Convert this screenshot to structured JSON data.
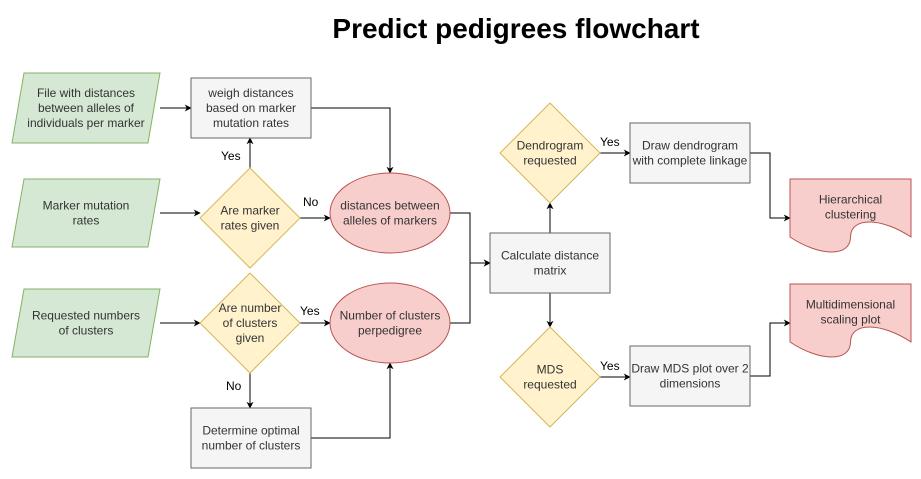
{
  "title": "Predict pedigrees flowchart",
  "colors": {
    "input_fill": "#d5e8d4",
    "input_stroke": "#82b366",
    "decision_fill": "#fff2cc",
    "decision_stroke": "#d6b656",
    "process_fill": "#f5f5f5",
    "process_stroke": "#666666",
    "terminal_fill": "#f8cecc",
    "terminal_stroke": "#b85450"
  },
  "nodes": {
    "file_distances": {
      "kind": "input",
      "lines": [
        "File with distances",
        "between alleles of",
        "individuals per marker"
      ]
    },
    "marker_rates": {
      "kind": "input",
      "lines": [
        "Marker mutation",
        "rates"
      ]
    },
    "requested_clusters": {
      "kind": "input",
      "lines": [
        "Requested numbers",
        "of clusters"
      ]
    },
    "weigh_distances": {
      "kind": "process",
      "lines": [
        "weigh distances",
        "based on marker",
        "mutation rates"
      ]
    },
    "rates_given": {
      "kind": "decision",
      "lines": [
        "Are marker",
        "rates given"
      ]
    },
    "clusters_given": {
      "kind": "decision",
      "lines": [
        "Are number",
        "of clusters",
        "given"
      ]
    },
    "determine_optimal": {
      "kind": "process",
      "lines": [
        "Determine optimal",
        "number of clusters"
      ]
    },
    "distances_alleles": {
      "kind": "terminal-ellipse",
      "lines": [
        "distances between",
        "alleles of markers"
      ]
    },
    "clusters_per_pedigree": {
      "kind": "terminal-ellipse",
      "lines": [
        "Number of clusters",
        "perpedigree"
      ]
    },
    "calc_matrix": {
      "kind": "process",
      "lines": [
        "Calculate distance",
        "matrix"
      ]
    },
    "dendrogram_requested": {
      "kind": "decision",
      "lines": [
        "Dendrogram",
        "requested"
      ]
    },
    "mds_requested": {
      "kind": "decision",
      "lines": [
        "MDS",
        "requested"
      ]
    },
    "draw_dendrogram": {
      "kind": "process",
      "lines": [
        "Draw dendrogram",
        "with complete linkage"
      ]
    },
    "draw_mds": {
      "kind": "process",
      "lines": [
        "Draw MDS plot over 2",
        "dimensions"
      ]
    },
    "hierarchical": {
      "kind": "document",
      "lines": [
        "Hierarchical",
        "clustering"
      ]
    },
    "multidimensional": {
      "kind": "document",
      "lines": [
        "Multidimensional",
        "scaling plot"
      ]
    }
  },
  "edges": [
    {
      "from": "file_distances",
      "to": "weigh_distances",
      "label": ""
    },
    {
      "from": "weigh_distances",
      "to": "distances_alleles",
      "label": ""
    },
    {
      "from": "marker_rates",
      "to": "rates_given",
      "label": ""
    },
    {
      "from": "rates_given",
      "to": "weigh_distances",
      "label": "Yes"
    },
    {
      "from": "rates_given",
      "to": "distances_alleles",
      "label": "No"
    },
    {
      "from": "requested_clusters",
      "to": "clusters_given",
      "label": ""
    },
    {
      "from": "clusters_given",
      "to": "clusters_per_pedigree",
      "label": "Yes"
    },
    {
      "from": "clusters_given",
      "to": "determine_optimal",
      "label": "No"
    },
    {
      "from": "determine_optimal",
      "to": "clusters_per_pedigree",
      "label": ""
    },
    {
      "from": "distances_alleles",
      "to": "calc_matrix",
      "label": ""
    },
    {
      "from": "clusters_per_pedigree",
      "to": "calc_matrix",
      "label": ""
    },
    {
      "from": "calc_matrix",
      "to": "dendrogram_requested",
      "label": ""
    },
    {
      "from": "calc_matrix",
      "to": "mds_requested",
      "label": ""
    },
    {
      "from": "dendrogram_requested",
      "to": "draw_dendrogram",
      "label": "Yes"
    },
    {
      "from": "mds_requested",
      "to": "draw_mds",
      "label": "Yes"
    },
    {
      "from": "draw_dendrogram",
      "to": "hierarchical",
      "label": ""
    },
    {
      "from": "draw_mds",
      "to": "multidimensional",
      "label": ""
    }
  ]
}
